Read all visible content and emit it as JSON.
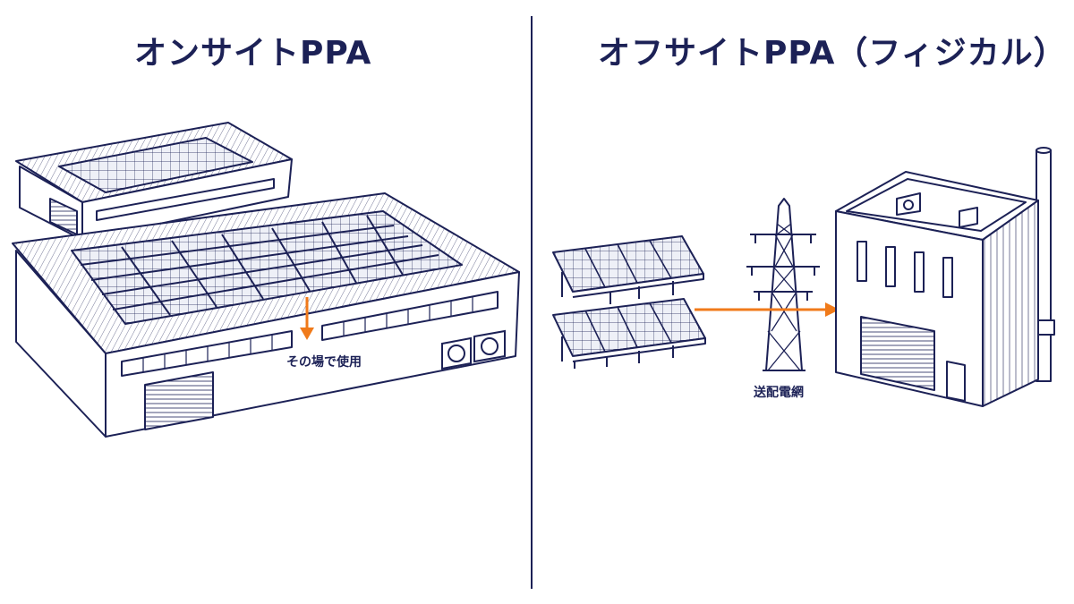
{
  "titles": {
    "onsite": "オンサイトPPA",
    "offsite": "オフサイトPPA（フィジカル）"
  },
  "labels": {
    "onsite_use": "その場で使用",
    "grid": "送配電網"
  },
  "colors": {
    "ink": "#1c2156",
    "arrow": "#f07a1a",
    "panel": "#eef0f7"
  },
  "icons": [
    "factory-icon",
    "solar-panel-icon",
    "transmission-tower-icon",
    "building-icon",
    "ac-unit-icon"
  ]
}
